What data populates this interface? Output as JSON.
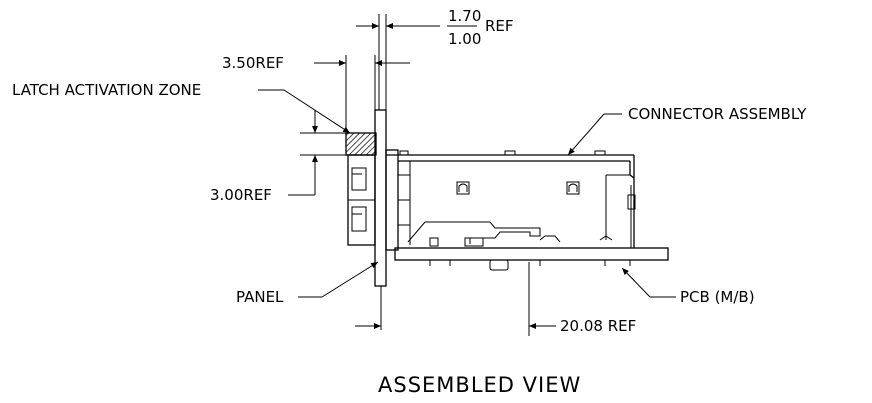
{
  "labels": {
    "dim_170": "1.70",
    "dim_100": "1.00",
    "ref_top": "REF",
    "dim_350": "3.50REF",
    "latch_zone": "LATCH ACTIVATION ZONE",
    "connector_assembly": "CONNECTOR ASSEMBLY",
    "dim_300": "3.00REF",
    "panel": "PANEL",
    "pcb": "PCB (M/B)",
    "dim_2008": "20.08 REF"
  },
  "title": "ASSEMBLED VIEW"
}
